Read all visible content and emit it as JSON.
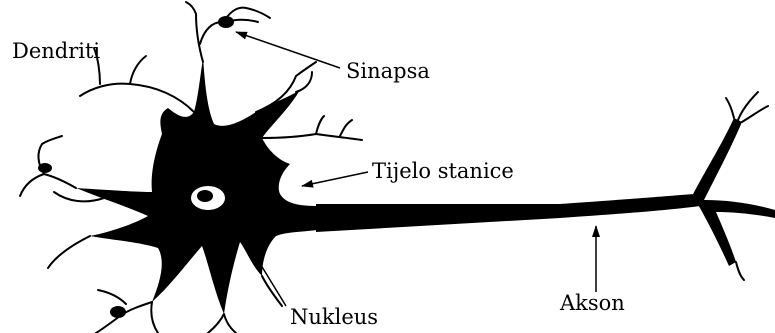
{
  "diagram": {
    "labels": {
      "dendrites": "Dendriti",
      "synapse": "Sinapsa",
      "cell_body": "Tijelo stanice",
      "nucleus": "Nukleus",
      "axon": "Akson"
    },
    "colors": {
      "ink": "#000000",
      "background": "#ffffff"
    }
  }
}
